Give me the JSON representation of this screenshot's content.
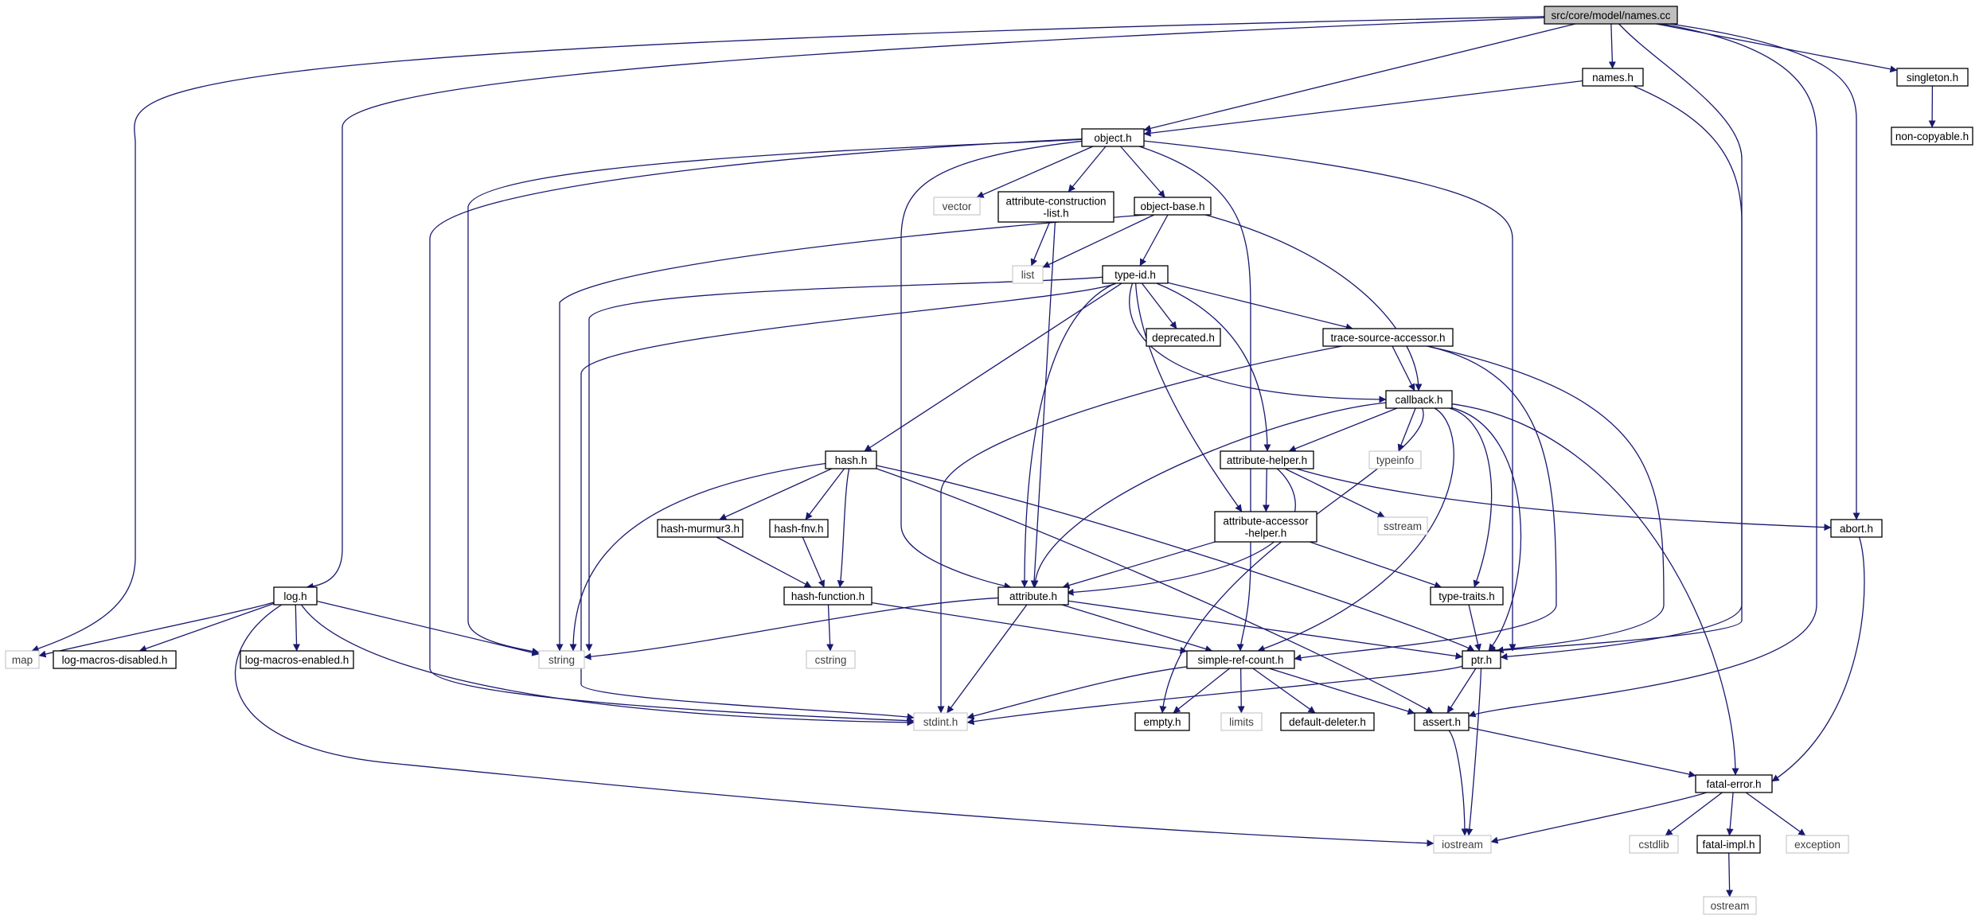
{
  "diagram": {
    "colors": {
      "edge": "#191970",
      "node_border": "#000000",
      "system_border": "#bfbfbf",
      "root_fill": "#bfbfbf",
      "text_project": "#000000",
      "text_system": "#404040"
    },
    "nodes": [
      {
        "id": "names_cc",
        "label": "src/core/model/names.cc",
        "kind": "root"
      },
      {
        "id": "names_h",
        "label": "names.h",
        "kind": "project"
      },
      {
        "id": "singleton_h",
        "label": "singleton.h",
        "kind": "project"
      },
      {
        "id": "noncopyable_h",
        "label": "non-copyable.h",
        "kind": "project"
      },
      {
        "id": "object_h",
        "label": "object.h",
        "kind": "project"
      },
      {
        "id": "vector",
        "label": "vector",
        "kind": "system"
      },
      {
        "id": "acl_h",
        "label": [
          "attribute-construction",
          "-list.h"
        ],
        "kind": "project"
      },
      {
        "id": "objbase_h",
        "label": "object-base.h",
        "kind": "project"
      },
      {
        "id": "list",
        "label": "list",
        "kind": "system"
      },
      {
        "id": "typeid_h",
        "label": "type-id.h",
        "kind": "project"
      },
      {
        "id": "deprecated_h",
        "label": "deprecated.h",
        "kind": "project"
      },
      {
        "id": "tsa_h",
        "label": "trace-source-accessor.h",
        "kind": "project"
      },
      {
        "id": "callback_h",
        "label": "callback.h",
        "kind": "project"
      },
      {
        "id": "typeinfo",
        "label": "typeinfo",
        "kind": "system"
      },
      {
        "id": "hash_h",
        "label": "hash.h",
        "kind": "project"
      },
      {
        "id": "attrhelper_h",
        "label": "attribute-helper.h",
        "kind": "project"
      },
      {
        "id": "sstream",
        "label": "sstream",
        "kind": "system"
      },
      {
        "id": "hashmurmur_h",
        "label": "hash-murmur3.h",
        "kind": "project"
      },
      {
        "id": "hashfnv_h",
        "label": "hash-fnv.h",
        "kind": "project"
      },
      {
        "id": "aah_h",
        "label": [
          "attribute-accessor",
          "-helper.h"
        ],
        "kind": "project"
      },
      {
        "id": "abort_h",
        "label": "abort.h",
        "kind": "project"
      },
      {
        "id": "log_h",
        "label": "log.h",
        "kind": "project"
      },
      {
        "id": "hashfunc_h",
        "label": "hash-function.h",
        "kind": "project"
      },
      {
        "id": "attribute_h",
        "label": "attribute.h",
        "kind": "project"
      },
      {
        "id": "typetraits_h",
        "label": "type-traits.h",
        "kind": "project"
      },
      {
        "id": "map",
        "label": "map",
        "kind": "system"
      },
      {
        "id": "lmd_h",
        "label": "log-macros-disabled.h",
        "kind": "project"
      },
      {
        "id": "lme_h",
        "label": "log-macros-enabled.h",
        "kind": "project"
      },
      {
        "id": "string",
        "label": "string",
        "kind": "system"
      },
      {
        "id": "cstring",
        "label": "cstring",
        "kind": "system"
      },
      {
        "id": "src_h",
        "label": "simple-ref-count.h",
        "kind": "project"
      },
      {
        "id": "ptr_h",
        "label": "ptr.h",
        "kind": "project"
      },
      {
        "id": "stdint_h",
        "label": "stdint.h",
        "kind": "system"
      },
      {
        "id": "empty_h",
        "label": "empty.h",
        "kind": "project"
      },
      {
        "id": "limits",
        "label": "limits",
        "kind": "system"
      },
      {
        "id": "defdel_h",
        "label": "default-deleter.h",
        "kind": "project"
      },
      {
        "id": "assert_h",
        "label": "assert.h",
        "kind": "project"
      },
      {
        "id": "fatalerr_h",
        "label": "fatal-error.h",
        "kind": "project"
      },
      {
        "id": "cstdlib",
        "label": "cstdlib",
        "kind": "system"
      },
      {
        "id": "fatalimpl_h",
        "label": "fatal-impl.h",
        "kind": "project"
      },
      {
        "id": "exception",
        "label": "exception",
        "kind": "system"
      },
      {
        "id": "iostream",
        "label": "iostream",
        "kind": "system"
      },
      {
        "id": "ostream",
        "label": "ostream",
        "kind": "system"
      }
    ],
    "edges": [
      [
        "names_cc",
        "map"
      ],
      [
        "names_cc",
        "log_h"
      ],
      [
        "names_cc",
        "object_h"
      ],
      [
        "names_cc",
        "names_h"
      ],
      [
        "names_cc",
        "ptr_h"
      ],
      [
        "names_cc",
        "assert_h"
      ],
      [
        "names_cc",
        "abort_h"
      ],
      [
        "names_cc",
        "singleton_h"
      ],
      [
        "singleton_h",
        "noncopyable_h"
      ],
      [
        "names_h",
        "object_h"
      ],
      [
        "names_h",
        "ptr_h"
      ],
      [
        "object_h",
        "string"
      ],
      [
        "object_h",
        "stdint_h"
      ],
      [
        "object_h",
        "attribute_h"
      ],
      [
        "object_h",
        "vector"
      ],
      [
        "object_h",
        "acl_h"
      ],
      [
        "object_h",
        "objbase_h"
      ],
      [
        "object_h",
        "src_h"
      ],
      [
        "object_h",
        "ptr_h"
      ],
      [
        "acl_h",
        "list"
      ],
      [
        "acl_h",
        "attribute_h"
      ],
      [
        "objbase_h",
        "list"
      ],
      [
        "objbase_h",
        "string"
      ],
      [
        "objbase_h",
        "typeid_h"
      ],
      [
        "objbase_h",
        "callback_h"
      ],
      [
        "typeid_h",
        "string"
      ],
      [
        "typeid_h",
        "stdint_h"
      ],
      [
        "typeid_h",
        "hash_h"
      ],
      [
        "typeid_h",
        "attribute_h"
      ],
      [
        "typeid_h",
        "aah_h"
      ],
      [
        "typeid_h",
        "callback_h"
      ],
      [
        "typeid_h",
        "deprecated_h"
      ],
      [
        "typeid_h",
        "attrhelper_h"
      ],
      [
        "typeid_h",
        "tsa_h"
      ],
      [
        "tsa_h",
        "stdint_h"
      ],
      [
        "tsa_h",
        "callback_h"
      ],
      [
        "tsa_h",
        "src_h"
      ],
      [
        "tsa_h",
        "ptr_h"
      ],
      [
        "callback_h",
        "attribute_h"
      ],
      [
        "callback_h",
        "empty_h"
      ],
      [
        "callback_h",
        "src_h"
      ],
      [
        "callback_h",
        "ptr_h"
      ],
      [
        "callback_h",
        "typetraits_h"
      ],
      [
        "callback_h",
        "attrhelper_h"
      ],
      [
        "callback_h",
        "typeinfo"
      ],
      [
        "callback_h",
        "fatalerr_h"
      ],
      [
        "hash_h",
        "string"
      ],
      [
        "hash_h",
        "hashmurmur_h"
      ],
      [
        "hash_h",
        "hashfnv_h"
      ],
      [
        "hash_h",
        "hashfunc_h"
      ],
      [
        "hash_h",
        "ptr_h"
      ],
      [
        "hash_h",
        "assert_h"
      ],
      [
        "hashmurmur_h",
        "hashfunc_h"
      ],
      [
        "hashfnv_h",
        "hashfunc_h"
      ],
      [
        "hashfunc_h",
        "cstring"
      ],
      [
        "hashfunc_h",
        "src_h"
      ],
      [
        "attrhelper_h",
        "aah_h"
      ],
      [
        "attrhelper_h",
        "attribute_h"
      ],
      [
        "attrhelper_h",
        "sstream"
      ],
      [
        "attrhelper_h",
        "abort_h"
      ],
      [
        "aah_h",
        "attribute_h"
      ],
      [
        "aah_h",
        "typetraits_h"
      ],
      [
        "typetraits_h",
        "ptr_h"
      ],
      [
        "abort_h",
        "fatalerr_h"
      ],
      [
        "attribute_h",
        "string"
      ],
      [
        "attribute_h",
        "stdint_h"
      ],
      [
        "attribute_h",
        "src_h"
      ],
      [
        "attribute_h",
        "ptr_h"
      ],
      [
        "log_h",
        "map"
      ],
      [
        "log_h",
        "lmd_h"
      ],
      [
        "log_h",
        "lme_h"
      ],
      [
        "log_h",
        "string"
      ],
      [
        "log_h",
        "stdint_h"
      ],
      [
        "log_h",
        "iostream"
      ],
      [
        "src_h",
        "stdint_h"
      ],
      [
        "src_h",
        "empty_h"
      ],
      [
        "src_h",
        "limits"
      ],
      [
        "src_h",
        "defdel_h"
      ],
      [
        "src_h",
        "assert_h"
      ],
      [
        "ptr_h",
        "stdint_h"
      ],
      [
        "ptr_h",
        "assert_h"
      ],
      [
        "ptr_h",
        "iostream"
      ],
      [
        "assert_h",
        "iostream"
      ],
      [
        "assert_h",
        "fatalerr_h"
      ],
      [
        "fatalerr_h",
        "iostream"
      ],
      [
        "fatalerr_h",
        "cstdlib"
      ],
      [
        "fatalerr_h",
        "fatalimpl_h"
      ],
      [
        "fatalerr_h",
        "exception"
      ],
      [
        "fatalimpl_h",
        "ostream"
      ]
    ]
  }
}
